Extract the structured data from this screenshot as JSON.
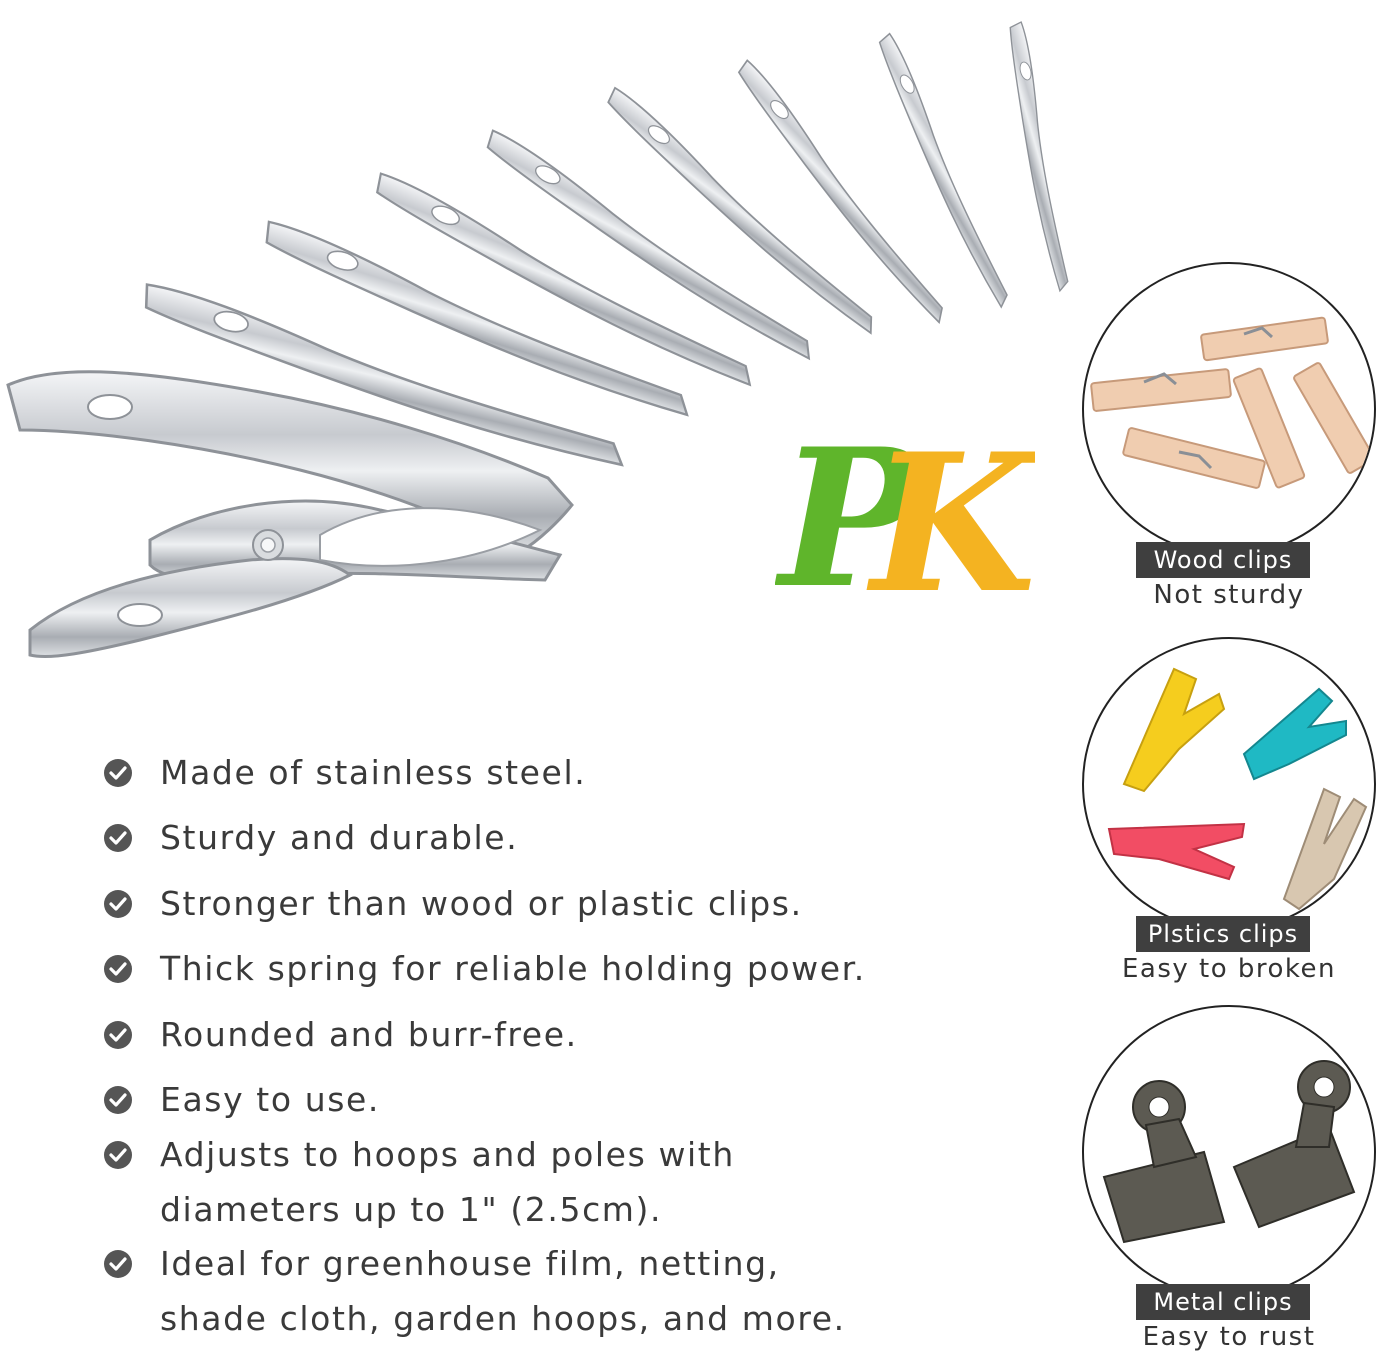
{
  "brand": {
    "logo_text": "PK",
    "colors": {
      "p": "#5fb52b",
      "k": "#f4b321"
    }
  },
  "features": [
    {
      "lines": [
        "Made of stainless steel."
      ]
    },
    {
      "lines": [
        "Sturdy and durable."
      ]
    },
    {
      "lines": [
        "Stronger than wood or plastic clips."
      ]
    },
    {
      "lines": [
        "Thick spring for reliable holding power."
      ]
    },
    {
      "lines": [
        "Rounded and burr-free."
      ]
    },
    {
      "lines": [
        "Easy to use."
      ]
    },
    {
      "lines": [
        "Adjusts to hoops and poles with",
        "diameters up to 1\" (2.5cm)."
      ]
    },
    {
      "lines": [
        "Ideal for greenhouse film, netting,",
        "shade cloth, garden hoops, and more."
      ]
    }
  ],
  "comparisons": [
    {
      "label": "Wood clips",
      "note": "Not sturdy",
      "icon": "wooden-clothespins-icon"
    },
    {
      "label": "Plstics clips",
      "note": "Easy to broken",
      "icon": "plastic-clothespins-icon"
    },
    {
      "label": "Metal clips",
      "note": "Easy to rust",
      "icon": "metal-bulldog-clips-icon"
    }
  ],
  "colors": {
    "check": "#555555",
    "text": "#3a3a3a",
    "tag_bg": "#3f3f3f"
  }
}
